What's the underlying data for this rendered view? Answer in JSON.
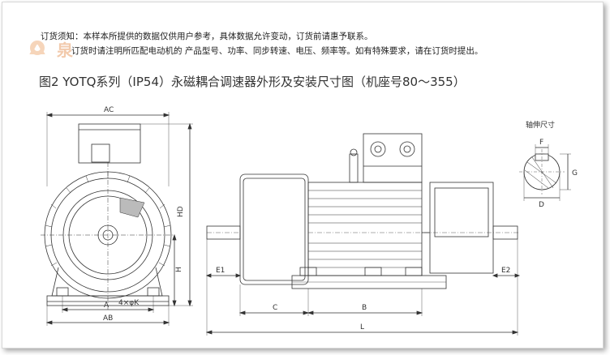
{
  "notice": {
    "line1": "订货须知：本样本所提供的数据仅供用户参考，具体数据允许变动，订货前请惠予联系。",
    "line2": "订货时请注明所匹配电动机的 产品型号、功率、同步转速、电压、频率等。如有特殊要求，请在订货时提出。"
  },
  "watermark": {
    "text": "泉"
  },
  "title": "图2 YOTQ系列（IP54）永磁耦合调速器外形及安装尺寸图（机座号80～355）",
  "key_label": "轴伸尺寸",
  "dims": {
    "ac": "AC",
    "hd": "HD",
    "h": "H",
    "a": "A",
    "ab": "AB",
    "holes": "4×φK",
    "e1": "E1",
    "e2": "E2",
    "c": "C",
    "b": "B",
    "l": "L",
    "f": "F",
    "g": "G",
    "d": "D"
  }
}
